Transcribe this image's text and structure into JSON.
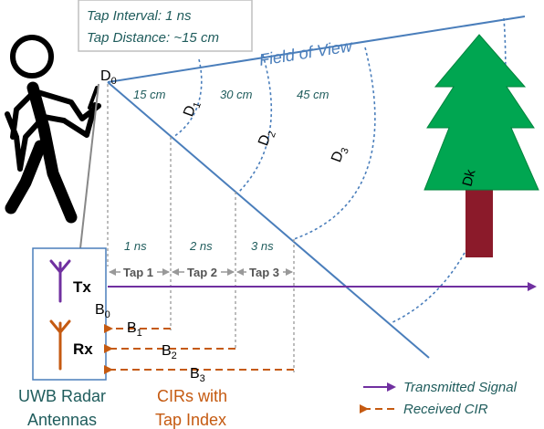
{
  "info_box": {
    "line1": "Tap Interval: 1 ns",
    "line2": "Tap Distance: ~15 cm"
  },
  "field_of_view": "Field of View",
  "distances": {
    "d0": "D",
    "d0_sub": "0",
    "d1": "D",
    "d1_sub": "1",
    "d2": "D",
    "d2_sub": "2",
    "d3": "D",
    "d3_sub": "3",
    "dk": "Dk"
  },
  "range_labels": [
    "15 cm",
    "30 cm",
    "45 cm"
  ],
  "time_labels": [
    "1 ns",
    "2 ns",
    "3 ns"
  ],
  "taps": [
    "Tap 1",
    "Tap 2",
    "Tap 3"
  ],
  "antennas": {
    "tx": "Tx",
    "rx": "Rx"
  },
  "bins": {
    "b0": "B",
    "b0_sub": "0",
    "b1": "B",
    "b1_sub": "1",
    "b2": "B",
    "b2_sub": "2",
    "b3": "B",
    "b3_sub": "3"
  },
  "legend": {
    "transmitted": "Transmitted Signal",
    "received": "Received CIR"
  },
  "captions": {
    "antennas_line1": "UWB Radar",
    "antennas_line2": "Antennas",
    "cirs_line1": "CIRs with",
    "cirs_line2": "Tap Index"
  },
  "colors": {
    "blue": "#4a7ebb",
    "purple": "#7030a0",
    "orange": "#c55a11",
    "tree_green": "#00a651",
    "trunk": "#8b1a2a",
    "teal_text": "#1f5c5c"
  }
}
